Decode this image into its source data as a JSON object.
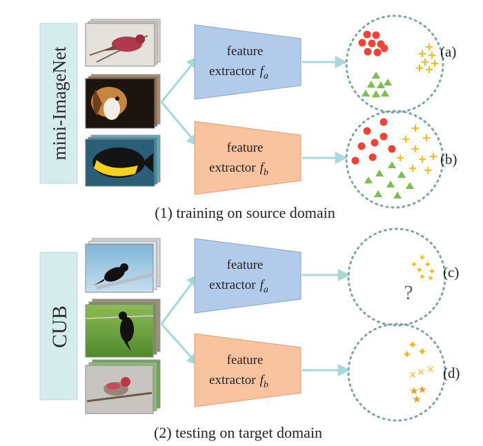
{
  "panel1": {
    "dataset": "mini-ImageNet",
    "extractors": [
      {
        "line1": "feature",
        "line2": "extractor",
        "sub": "a",
        "color": "#b3cbea"
      },
      {
        "line1": "feature",
        "line2": "extractor",
        "sub": "b",
        "color": "#f9c39f"
      }
    ],
    "letters": [
      "(a)",
      "(b)"
    ],
    "caption": "(1) training on source domain"
  },
  "panel2": {
    "dataset": "CUB",
    "extractors": [
      {
        "line1": "feature",
        "line2": "extractor",
        "sub": "a",
        "color": "#b3cbea"
      },
      {
        "line1": "feature",
        "line2": "extractor",
        "sub": "b",
        "color": "#f9c39f"
      }
    ],
    "letters": [
      "(c)",
      "(d)"
    ],
    "question": "?",
    "caption": "(2) testing on target domain"
  },
  "colors": {
    "dataset_box": "#d4ecec",
    "arrow": "#a8d8d8",
    "circle": "#7fa3a3",
    "red": "#ee4433",
    "gold": "#f5b919",
    "orange": "#ef9b1c",
    "green": "#79c04c"
  }
}
